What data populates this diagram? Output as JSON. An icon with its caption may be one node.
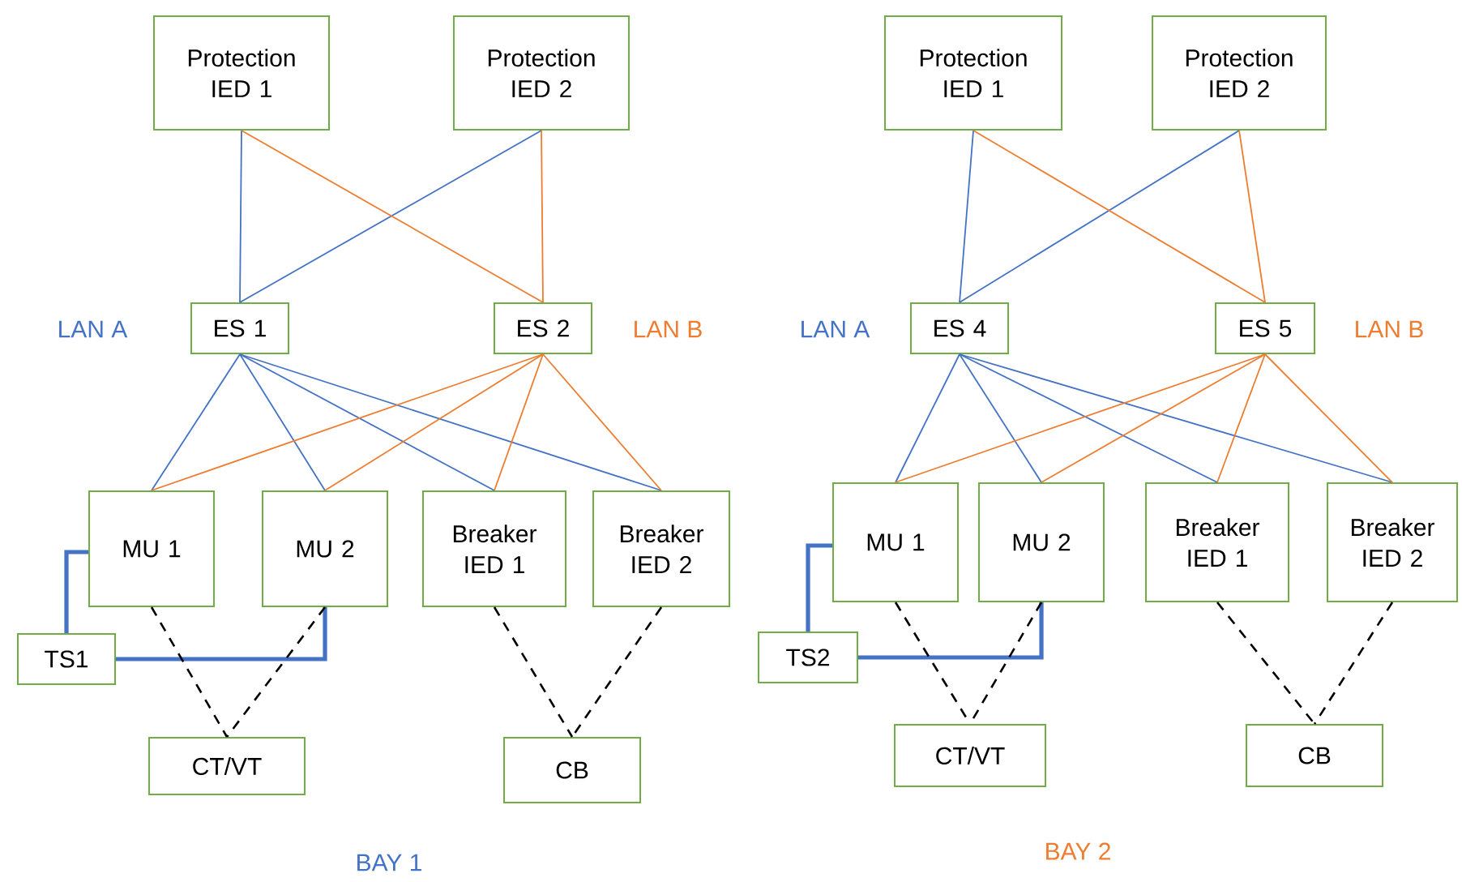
{
  "diagram": {
    "nodes": [
      {
        "text": [
          "Protection IED 1"
        ]
      },
      {
        "text": [
          "Protection IED 2"
        ]
      },
      {
        "text": [
          "ES 1"
        ]
      },
      {
        "text": [
          "ES 2"
        ]
      },
      {
        "text": [
          "MU 1"
        ]
      },
      {
        "text": [
          "MU 2"
        ]
      },
      {
        "text": [
          "Breaker IED 1"
        ]
      },
      {
        "text": [
          "Breaker IED 2"
        ]
      },
      {
        "text": [
          "TS1"
        ]
      },
      {
        "text": [
          "CT/VT"
        ]
      },
      {
        "text": [
          "CB"
        ]
      },
      {
        "text": [
          "Protection IED 1"
        ]
      },
      {
        "text": [
          "Protection IED 2"
        ]
      },
      {
        "text": [
          "ES 4"
        ]
      },
      {
        "text": [
          "ES 5"
        ]
      },
      {
        "text": [
          "MU 1"
        ]
      },
      {
        "text": [
          "MU 2"
        ]
      },
      {
        "text": [
          "Breaker IED 1"
        ]
      },
      {
        "text": [
          "Breaker IED 2"
        ]
      },
      {
        "text": [
          "TS2"
        ]
      },
      {
        "text": [
          "CT/VT"
        ]
      },
      {
        "text": [
          "CB"
        ]
      }
    ],
    "edges": [
      {
        "from": 0,
        "to": 2,
        "arrow": "none",
        "color": "#4472c4"
      },
      {
        "from": 1,
        "to": 2,
        "arrow": "none",
        "color": "#4472c4"
      },
      {
        "from": 0,
        "to": 3,
        "arrow": "none",
        "color": "#ed7d31"
      },
      {
        "from": 1,
        "to": 3,
        "arrow": "none",
        "color": "#ed7d31"
      },
      {
        "from": 2,
        "to": 4,
        "arrow": "none",
        "color": "#4472c4"
      },
      {
        "from": 2,
        "to": 5,
        "arrow": "none",
        "color": "#4472c4"
      },
      {
        "from": 2,
        "to": 6,
        "arrow": "none",
        "color": "#4472c4"
      },
      {
        "from": 2,
        "to": 7,
        "arrow": "none",
        "color": "#4472c4"
      },
      {
        "from": 3,
        "to": 4,
        "arrow": "none",
        "color": "#ed7d31"
      },
      {
        "from": 3,
        "to": 5,
        "arrow": "none",
        "color": "#ed7d31"
      },
      {
        "from": 3,
        "to": 6,
        "arrow": "none",
        "color": "#ed7d31"
      },
      {
        "from": 3,
        "to": 7,
        "arrow": "none",
        "color": "#ed7d31"
      },
      {
        "from": 8,
        "to": 4,
        "arrow": "none",
        "style": "thick",
        "color": "#4472c4"
      },
      {
        "from": 8,
        "to": 5,
        "arrow": "none",
        "style": "thick",
        "color": "#4472c4"
      },
      {
        "from": 4,
        "to": 9,
        "arrow": "none",
        "style": "dashed",
        "color": "#000000"
      },
      {
        "from": 5,
        "to": 9,
        "arrow": "none",
        "style": "dashed",
        "color": "#000000"
      },
      {
        "from": 6,
        "to": 10,
        "arrow": "none",
        "style": "dashed",
        "color": "#000000"
      },
      {
        "from": 7,
        "to": 10,
        "arrow": "none",
        "style": "dashed",
        "color": "#000000"
      },
      {
        "from": 11,
        "to": 13,
        "arrow": "none",
        "color": "#4472c4"
      },
      {
        "from": 12,
        "to": 13,
        "arrow": "none",
        "color": "#4472c4"
      },
      {
        "from": 11,
        "to": 14,
        "arrow": "none",
        "color": "#ed7d31"
      },
      {
        "from": 12,
        "to": 14,
        "arrow": "none",
        "color": "#ed7d31"
      },
      {
        "from": 13,
        "to": 15,
        "arrow": "none",
        "color": "#4472c4"
      },
      {
        "from": 13,
        "to": 16,
        "arrow": "none",
        "color": "#4472c4"
      },
      {
        "from": 13,
        "to": 17,
        "arrow": "none",
        "color": "#4472c4"
      },
      {
        "from": 13,
        "to": 18,
        "arrow": "none",
        "color": "#4472c4"
      },
      {
        "from": 14,
        "to": 15,
        "arrow": "none",
        "color": "#ed7d31"
      },
      {
        "from": 14,
        "to": 16,
        "arrow": "none",
        "color": "#ed7d31"
      },
      {
        "from": 14,
        "to": 17,
        "arrow": "none",
        "color": "#ed7d31"
      },
      {
        "from": 14,
        "to": 18,
        "arrow": "none",
        "color": "#ed7d31"
      },
      {
        "from": 19,
        "to": 15,
        "arrow": "none",
        "style": "thick",
        "color": "#4472c4"
      },
      {
        "from": 19,
        "to": 16,
        "arrow": "none",
        "style": "thick",
        "color": "#4472c4"
      },
      {
        "from": 15,
        "to": 20,
        "arrow": "none",
        "style": "dashed",
        "color": "#000000"
      },
      {
        "from": 16,
        "to": 20,
        "arrow": "none",
        "style": "dashed",
        "color": "#000000"
      },
      {
        "from": 17,
        "to": 21,
        "arrow": "none",
        "style": "dashed",
        "color": "#000000"
      },
      {
        "from": 18,
        "to": 21,
        "arrow": "none",
        "style": "dashed",
        "color": "#000000"
      }
    ],
    "labels": [
      "LAN A",
      "LAN B",
      "LAN A",
      "LAN B",
      "BAY 1",
      "BAY 2"
    ]
  }
}
